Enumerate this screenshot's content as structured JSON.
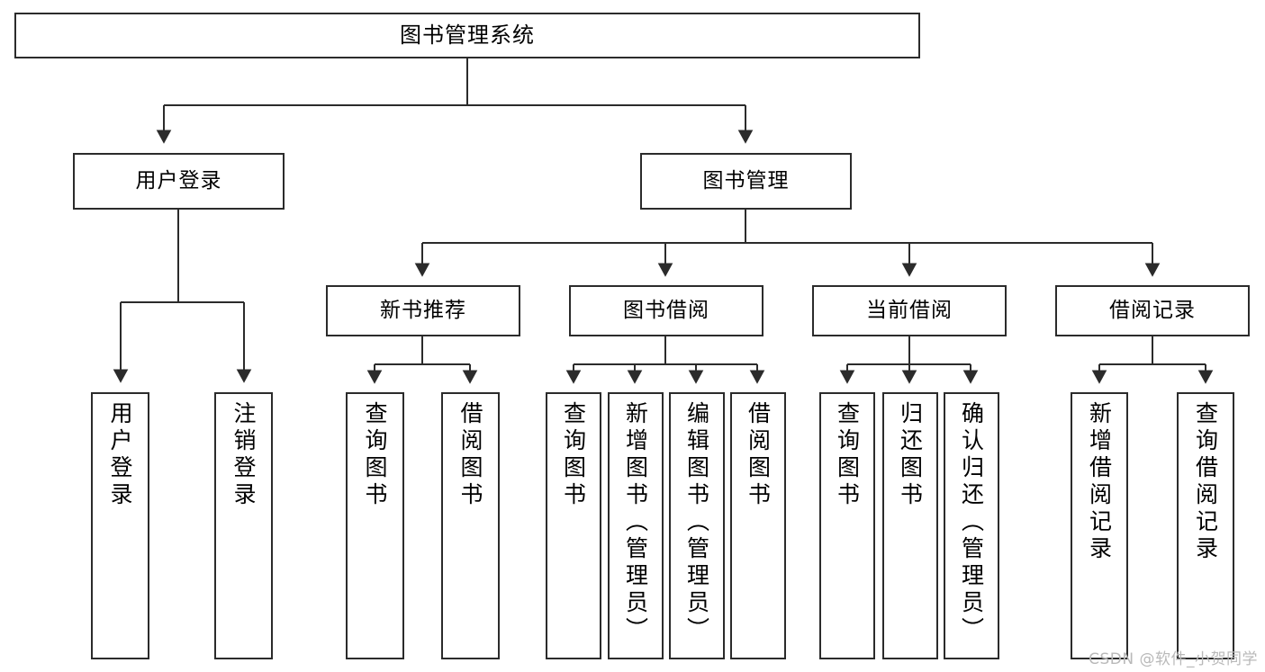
{
  "diagram": {
    "title": "图书管理系统",
    "type": "tree",
    "watermark": "CSDN @软件_小贺同学",
    "colors": {
      "box_border": "#2b2b2b",
      "box_fill": "#ffffff",
      "connector": "#2b2b2b",
      "watermark": "#b9b9b9",
      "background": "#ffffff"
    },
    "levels": {
      "level1": "系统",
      "level2": "模块",
      "level3": "子模块",
      "level4": "功能"
    },
    "nodes": {
      "root": {
        "label": "图书管理系统"
      },
      "level2": [
        {
          "id": "user-login",
          "label": "用户登录"
        },
        {
          "id": "book-manage",
          "label": "图书管理"
        }
      ],
      "level3": [
        {
          "id": "new-book-recommend",
          "label": "新书推荐",
          "parent": "book-manage"
        },
        {
          "id": "book-borrow",
          "label": "图书借阅",
          "parent": "book-manage"
        },
        {
          "id": "current-borrow",
          "label": "当前借阅",
          "parent": "book-manage"
        },
        {
          "id": "borrow-record",
          "label": "借阅记录",
          "parent": "book-manage"
        }
      ],
      "level4": [
        {
          "id": "leaf-user-login",
          "label": "用户登录",
          "parent": "user-login"
        },
        {
          "id": "leaf-user-logout",
          "label": "注销登录",
          "parent": "user-login"
        },
        {
          "id": "leaf-query-book-1",
          "label": "查询图书",
          "parent": "new-book-recommend"
        },
        {
          "id": "leaf-borrow-book-1",
          "label": "借阅图书",
          "parent": "new-book-recommend"
        },
        {
          "id": "leaf-query-book-2",
          "label": "查询图书",
          "parent": "book-borrow"
        },
        {
          "id": "leaf-add-book",
          "label": "新增图书（管理员）",
          "parent": "book-borrow"
        },
        {
          "id": "leaf-edit-book",
          "label": "编辑图书（管理员）",
          "parent": "book-borrow"
        },
        {
          "id": "leaf-borrow-book-2",
          "label": "借阅图书",
          "parent": "book-borrow"
        },
        {
          "id": "leaf-query-book-3",
          "label": "查询图书",
          "parent": "current-borrow"
        },
        {
          "id": "leaf-return-book",
          "label": "归还图书",
          "parent": "current-borrow"
        },
        {
          "id": "leaf-confirm-return",
          "label": "确认归还（管理员）",
          "parent": "current-borrow"
        },
        {
          "id": "leaf-add-record",
          "label": "新增借阅记录",
          "parent": "borrow-record"
        },
        {
          "id": "leaf-query-record",
          "label": "查询借阅记录",
          "parent": "borrow-record"
        }
      ]
    }
  }
}
